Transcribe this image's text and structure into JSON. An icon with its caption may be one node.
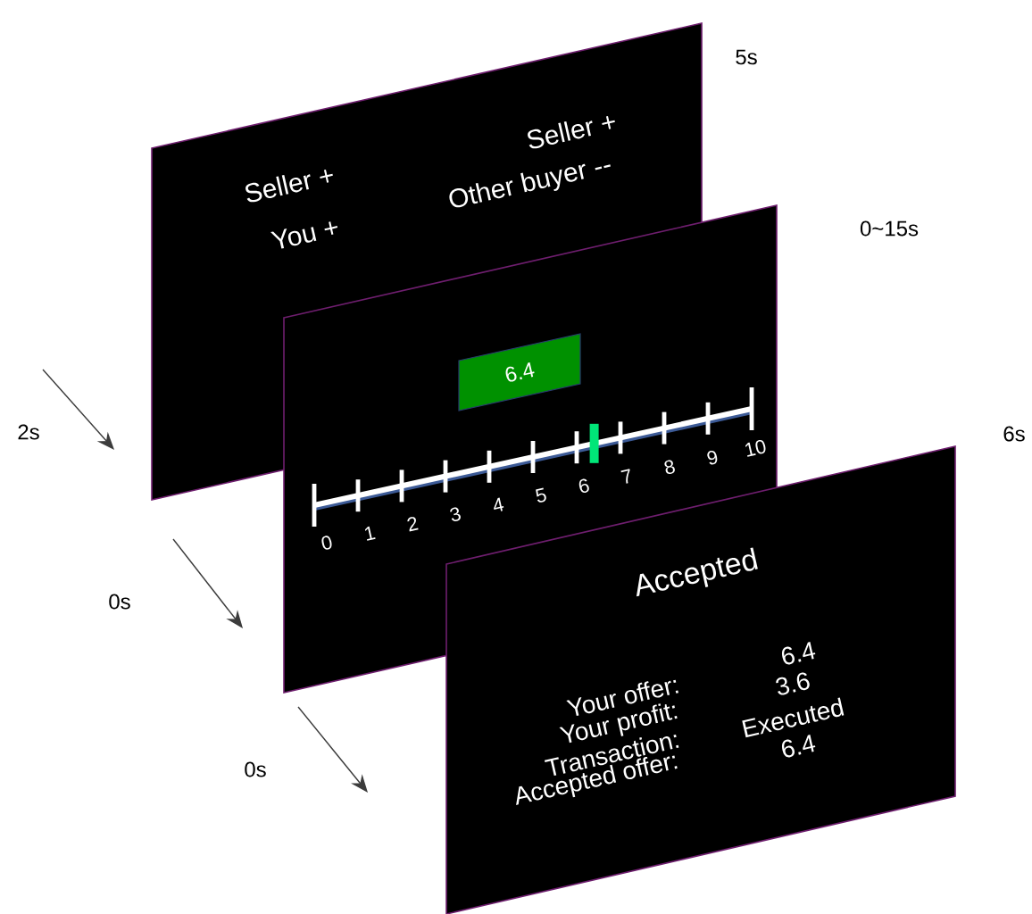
{
  "diagram": {
    "nodes": [
      {
        "text": [
          "Seller +",
          "You +",
          "Seller +",
          "Other buyer --"
        ],
        "beside": [
          "5s"
        ]
      },
      {
        "text": [],
        "shape": "box",
        "beside": [
          "0~15s"
        ]
      },
      {
        "text": [
          "6.4"
        ]
      },
      {
        "text": [
          "Accepted",
          "Your offer:",
          "Your profit:",
          "Transaction:",
          "Accepted offer:",
          "6.4",
          "3.6",
          "Executed",
          "6.4"
        ],
        "beside": [
          "6s"
        ]
      }
    ],
    "labels": [
      "2s",
      "0",
      "1",
      "2",
      "3",
      "4",
      "5",
      "6",
      "7",
      "8",
      "9",
      "10",
      "0s",
      "0s"
    ]
  }
}
